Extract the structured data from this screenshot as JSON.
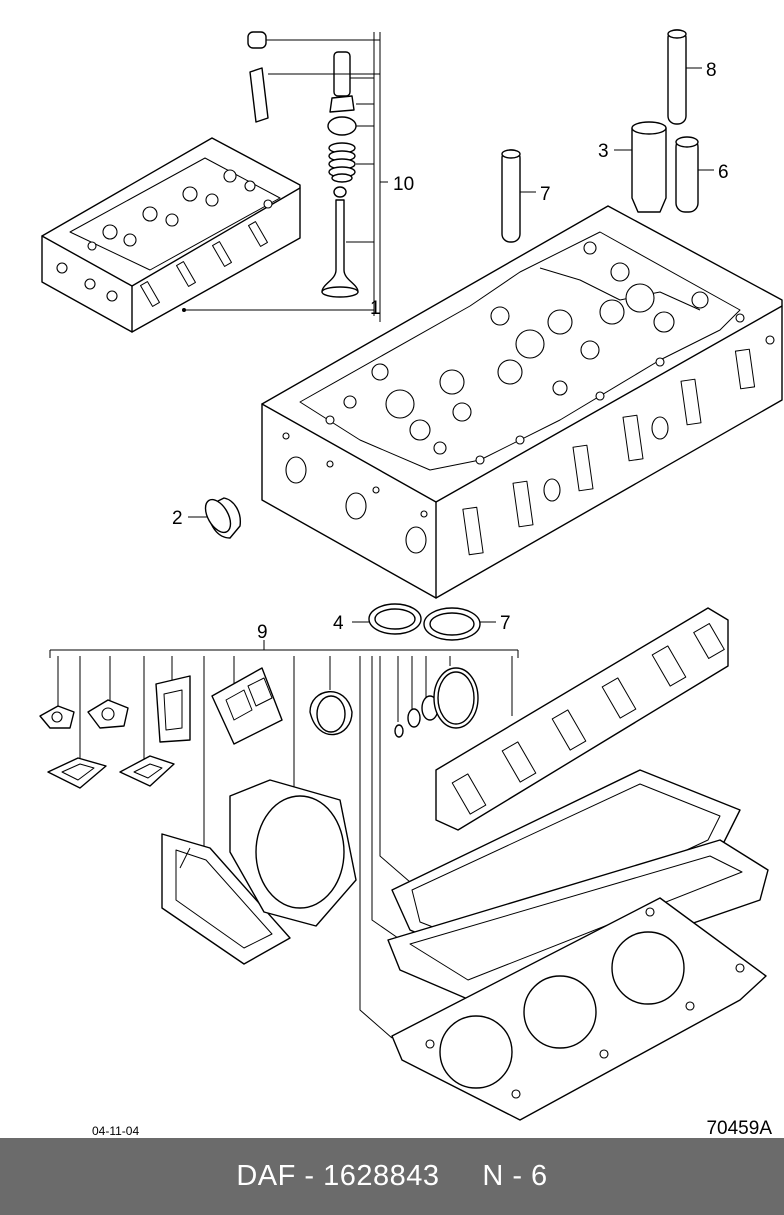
{
  "diagram": {
    "callouts": [
      "1",
      "2",
      "3",
      "4",
      "6",
      "7",
      "7",
      "8",
      "9",
      "10"
    ],
    "date": "04-11-04",
    "figure_number": "70459A"
  },
  "footer": {
    "brand": "DAF",
    "part_number": "1628843",
    "section": "N - 6"
  }
}
